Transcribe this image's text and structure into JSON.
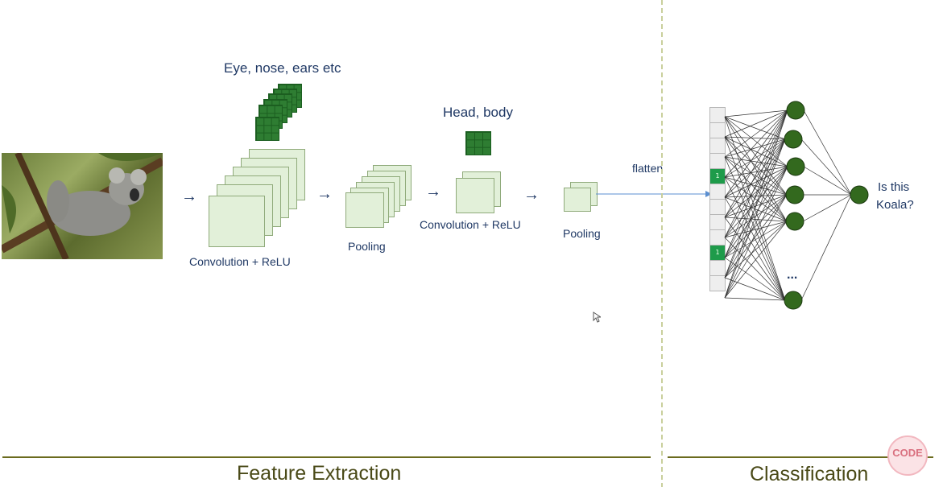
{
  "labels": {
    "features_low": "Eye, nose, ears etc",
    "features_high": "Head, body",
    "conv1": "Convolution + ReLU",
    "pool1": "Pooling",
    "conv2": "Convolution + ReLU",
    "pool2": "Pooling",
    "flatten": "flatten",
    "question_line1": "Is this",
    "question_line2": "Koala?",
    "ellipsis": "..."
  },
  "sections": {
    "feature_extraction": "Feature Extraction",
    "classification": "Classification"
  },
  "flatten_vector": {
    "cells": [
      "",
      "",
      "",
      "",
      "1",
      "",
      "",
      "",
      "",
      "1",
      "",
      ""
    ]
  },
  "logo": {
    "text": "CODE"
  },
  "colors": {
    "label_text": "#1f3864",
    "feature_map_fill": "#e2f0d9",
    "kernel_fill": "#2e7d32",
    "neuron_fill": "#33691e",
    "active_cell": "#1e9b4a",
    "section_line": "#6b6b1e"
  },
  "icons": {
    "arrows": "arrow-right-icon",
    "logo": "codebasics-logo-icon",
    "cursor": "mouse-cursor-icon"
  }
}
